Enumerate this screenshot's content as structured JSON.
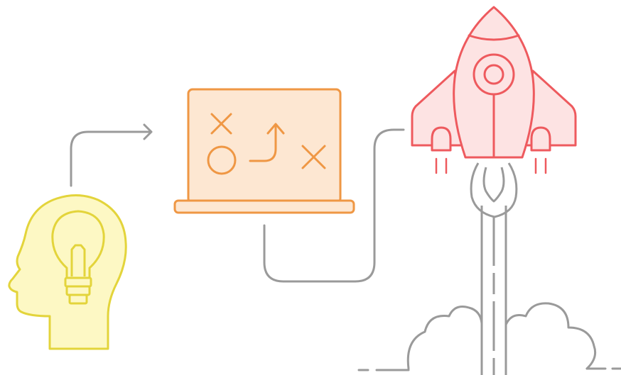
{
  "illustration": {
    "stages": [
      {
        "name": "idea",
        "icon": "head-lightbulb-icon"
      },
      {
        "name": "plan",
        "icon": "strategy-board-icon"
      },
      {
        "name": "launch",
        "icon": "rocket-icon"
      }
    ],
    "connectors": [
      "arrow-idea-to-plan",
      "line-plan-to-launch"
    ],
    "colors": {
      "idea_stroke": "#e3d43b",
      "idea_fill": "#fdf8c4",
      "plan_stroke": "#ef9744",
      "plan_fill": "#fde7d2",
      "launch_stroke": "#ee5a5e",
      "launch_fill": "#fde3e3",
      "connector": "#9a9a9a",
      "smoke": "#9a9a9a"
    }
  }
}
